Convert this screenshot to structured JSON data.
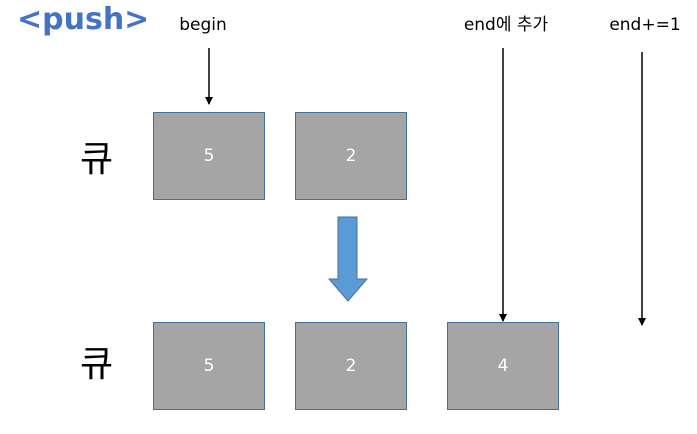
{
  "title": "<push>",
  "labels": {
    "begin": "begin",
    "end_add": "end에 추가",
    "end_increment": "end+=1"
  },
  "queue_label": "큐",
  "queue_before": [
    "5",
    "2"
  ],
  "queue_after": [
    "5",
    "2",
    "4"
  ],
  "colors": {
    "title": "#4472C4",
    "cell_fill": "#A5A5A5",
    "cell_border": "#41719C",
    "arrow_fill": "#5B9BD5",
    "arrow_border": "#41719C"
  }
}
